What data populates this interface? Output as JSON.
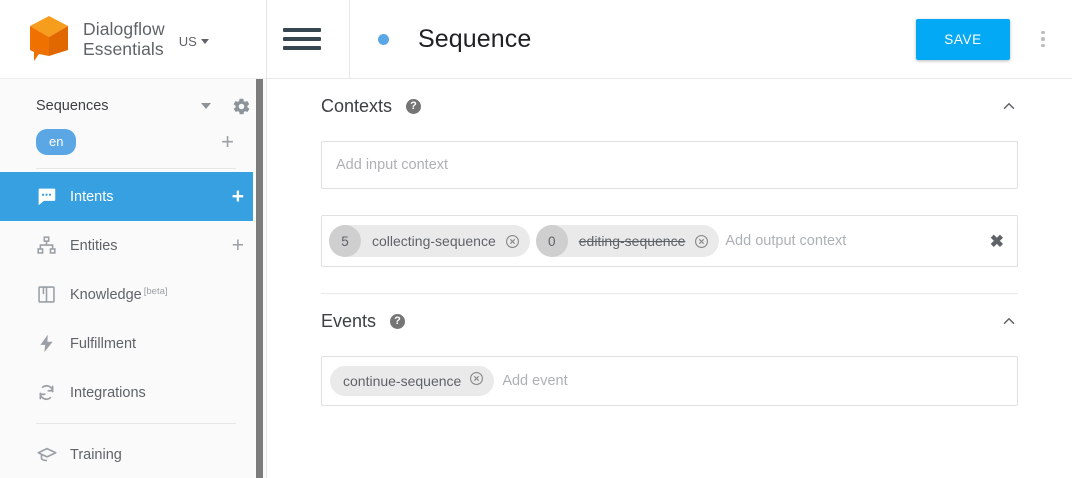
{
  "sidebar": {
    "brand": {
      "line1": "Dialogflow",
      "line2": "Essentials",
      "region": "US",
      "logo_color": "#ef7100"
    },
    "agent": {
      "name": "Sequences",
      "settings_icon": "gear-icon",
      "dropdown_icon": "caret-down-icon"
    },
    "language": {
      "chip": "en",
      "add_label": "+",
      "chip_color": "#5ba7e6"
    },
    "items": [
      {
        "label": "Intents",
        "icon": "speech-bubble-icon",
        "active": true,
        "add": "+"
      },
      {
        "label": "Entities",
        "icon": "org-chart-icon",
        "active": false,
        "add": "+"
      },
      {
        "label": "Knowledge",
        "badge": "[beta]",
        "icon": "book-icon",
        "active": false
      },
      {
        "label": "Fulfillment",
        "icon": "lightning-bolt-icon",
        "active": false
      },
      {
        "label": "Integrations",
        "icon": "refresh-cycle-icon",
        "active": false
      },
      {
        "label": "Training",
        "icon": "graduation-cap-icon",
        "active": false
      }
    ],
    "active_color": "#36a0e0"
  },
  "topbar": {
    "menu_icon": "hamburger-icon",
    "status_dot": "intent-status-dot",
    "title": "Sequence",
    "save_label": "SAVE",
    "save_color": "#03a9f4",
    "more_icon": "kebab-menu-icon"
  },
  "contexts": {
    "title": "Contexts",
    "help_icon": "help-circle-icon",
    "collapse_icon": "chevron-up-icon",
    "input_placeholder": "Add input context",
    "output_placeholder": "Add output context",
    "clear_icon": "close-x-icon",
    "output_chips": [
      {
        "count": "5",
        "name": "collecting-sequence",
        "struck": false,
        "remove_icon": "remove-circle-icon"
      },
      {
        "count": "0",
        "name": "editing-sequence",
        "struck": true,
        "remove_icon": "remove-circle-icon"
      }
    ]
  },
  "events": {
    "title": "Events",
    "help_icon": "help-circle-icon",
    "collapse_icon": "chevron-up-icon",
    "placeholder": "Add event",
    "chips": [
      {
        "name": "continue-sequence",
        "remove_icon": "remove-circle-icon"
      }
    ]
  }
}
